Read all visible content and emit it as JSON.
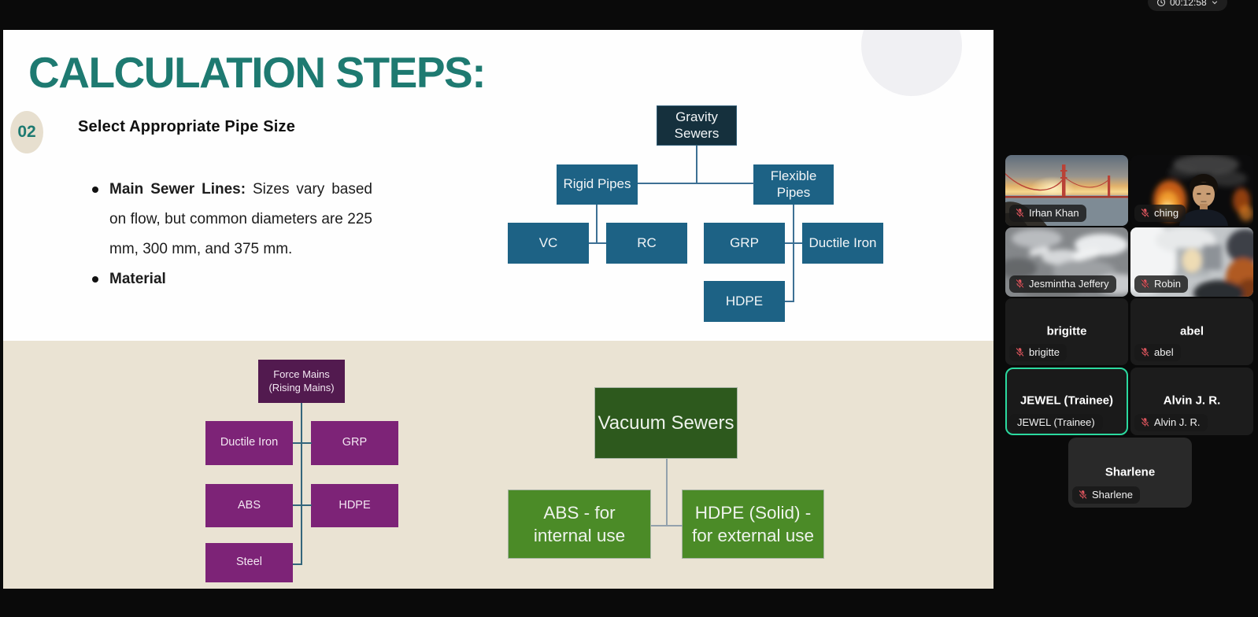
{
  "meeting": {
    "timer": {
      "time": "00:12:58"
    },
    "participants": [
      {
        "name": "Irhan Khan",
        "muted": true,
        "has_video": true,
        "video": "golden-gate-bridge-sunset",
        "active_speaker": false
      },
      {
        "name": "ching",
        "muted": true,
        "has_video": true,
        "video": "person-with-flame-effect",
        "active_speaker": false
      },
      {
        "name": "Jesmintha Jeffery",
        "muted": true,
        "has_video": true,
        "video": "blurry-gray-ceiling",
        "active_speaker": false
      },
      {
        "name": "Robin",
        "muted": true,
        "has_video": true,
        "video": "blurry-bright-room",
        "active_speaker": false
      },
      {
        "name": "brigitte",
        "muted": true,
        "has_video": false,
        "video": null,
        "active_speaker": false
      },
      {
        "name": "abel",
        "muted": true,
        "has_video": false,
        "video": null,
        "active_speaker": false
      },
      {
        "name": "JEWEL (Trainee)",
        "muted": false,
        "has_video": false,
        "video": null,
        "active_speaker": true
      },
      {
        "name": "Alvin J. R.",
        "muted": true,
        "has_video": false,
        "video": null,
        "active_speaker": false
      },
      {
        "name": "Sharlene",
        "muted": true,
        "has_video": false,
        "video": null,
        "active_speaker": false
      }
    ]
  },
  "slide": {
    "title": "CALCULATION STEPS:",
    "step": {
      "number": "02",
      "title": "Select Appropriate Pipe Size"
    },
    "bullets": [
      {
        "lead": "Main Sewer Lines:",
        "text": " Sizes vary based on flow, but common diameters are 225 mm, 300 mm, and 375 mm."
      },
      {
        "lead": "Material",
        "text": ""
      }
    ],
    "diagrams": {
      "gravity": {
        "root": "Gravity Sewers",
        "rigid": "Rigid Pipes",
        "flexible": "Flexible Pipes",
        "vc": "VC",
        "rc": "RC",
        "grp": "GRP",
        "ductile": "Ductile Iron",
        "hdpe": "HDPE"
      },
      "force_mains": {
        "root": "Force Mains (Rising Mains)",
        "ductile": "Ductile Iron",
        "grp": "GRP",
        "abs": "ABS",
        "hdpe": "HDPE",
        "steel": "Steel"
      },
      "vacuum": {
        "root": "Vacuum Sewers",
        "abs": "ABS - for internal use",
        "hdpe": "HDPE (Solid) - for external use"
      }
    }
  },
  "icons": {
    "muted_mic": "mic-with-slash",
    "clock": "clock",
    "chevron_down": "chevron-down"
  },
  "colors": {
    "title_teal": "#1E7A71",
    "slide_bg": "#FEFEFE",
    "slide_beige": "#EAE3D3",
    "step_badge_bg": "#E7DFCF",
    "box_blue": "#1D6285",
    "box_navy": "#15303D",
    "box_purple": "#7D2377",
    "box_purple_dark": "#521A4F",
    "box_green_dark": "#2D591D",
    "box_green": "#4B8B27",
    "line_blue": "#3D7094",
    "line_slate": "#34667C",
    "line_gray": "#93A1AC",
    "active_green": "#2BD99F",
    "muted_red": "#E0565E"
  }
}
